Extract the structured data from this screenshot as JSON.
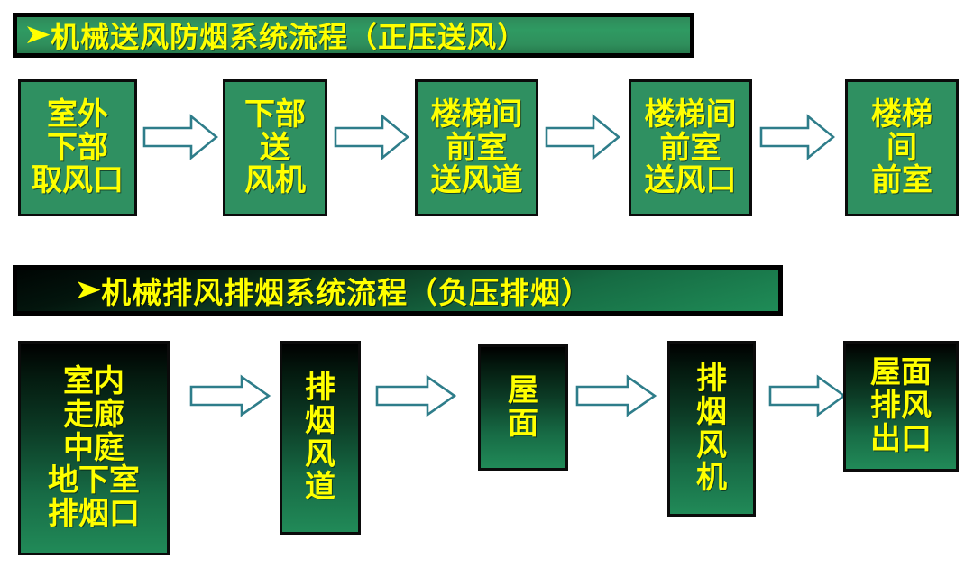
{
  "colors": {
    "box_text": "#ffff00",
    "box_fill_top": "#2f9061",
    "box_fill_bottom_dark": "#000000",
    "box_fill_bottom_green": "#218a58",
    "box_border": "#0b0b0b",
    "title_border": "#000000",
    "arrow_stroke": "#2e7d8a",
    "arrow_fill": "#ffffff",
    "page_background": "#ffffff"
  },
  "sections": [
    {
      "id": "pressurization-supply",
      "title": {
        "bullet": "➤",
        "text": "机械送风防烟系统流程（正压送风）"
      },
      "arrow_icon": "right-block-arrow-icon",
      "boxes": [
        {
          "id": "outdoor-lower-air-intake",
          "lines": [
            "室外",
            "下部",
            "取风口"
          ]
        },
        {
          "id": "lower-supply-fan",
          "lines": [
            "下部",
            "送",
            "风机"
          ]
        },
        {
          "id": "stairwell-vestibule-supply-duct",
          "lines": [
            "楼梯间",
            "前室",
            "送风道"
          ]
        },
        {
          "id": "stairwell-vestibule-supply-outlet",
          "lines": [
            "楼梯间",
            "前室",
            "送风口"
          ]
        },
        {
          "id": "stairwell-vestibule",
          "lines": [
            "楼梯",
            "间",
            "前室"
          ]
        }
      ]
    },
    {
      "id": "exhaust-smoke-extraction",
      "title": {
        "bullet": "➤",
        "text": "机械排风排烟系统流程（负压排烟）"
      },
      "arrow_icon": "right-block-arrow-icon",
      "boxes": [
        {
          "id": "indoor-corridor-atrium-basement-smoke-inlet",
          "lines": [
            "室内",
            "走廊",
            "中庭",
            "地下室",
            "排烟口"
          ]
        },
        {
          "id": "smoke-exhaust-duct",
          "lines": [
            "排",
            "烟",
            "风",
            "道"
          ]
        },
        {
          "id": "roof",
          "lines": [
            "屋",
            "面"
          ]
        },
        {
          "id": "smoke-exhaust-fan",
          "lines": [
            "排",
            "烟",
            "风",
            "机"
          ]
        },
        {
          "id": "roof-exhaust-outlet",
          "columns": [
            [
              "屋",
              "排",
              "出"
            ],
            [
              "面",
              "风",
              "口"
            ]
          ]
        }
      ]
    }
  ]
}
